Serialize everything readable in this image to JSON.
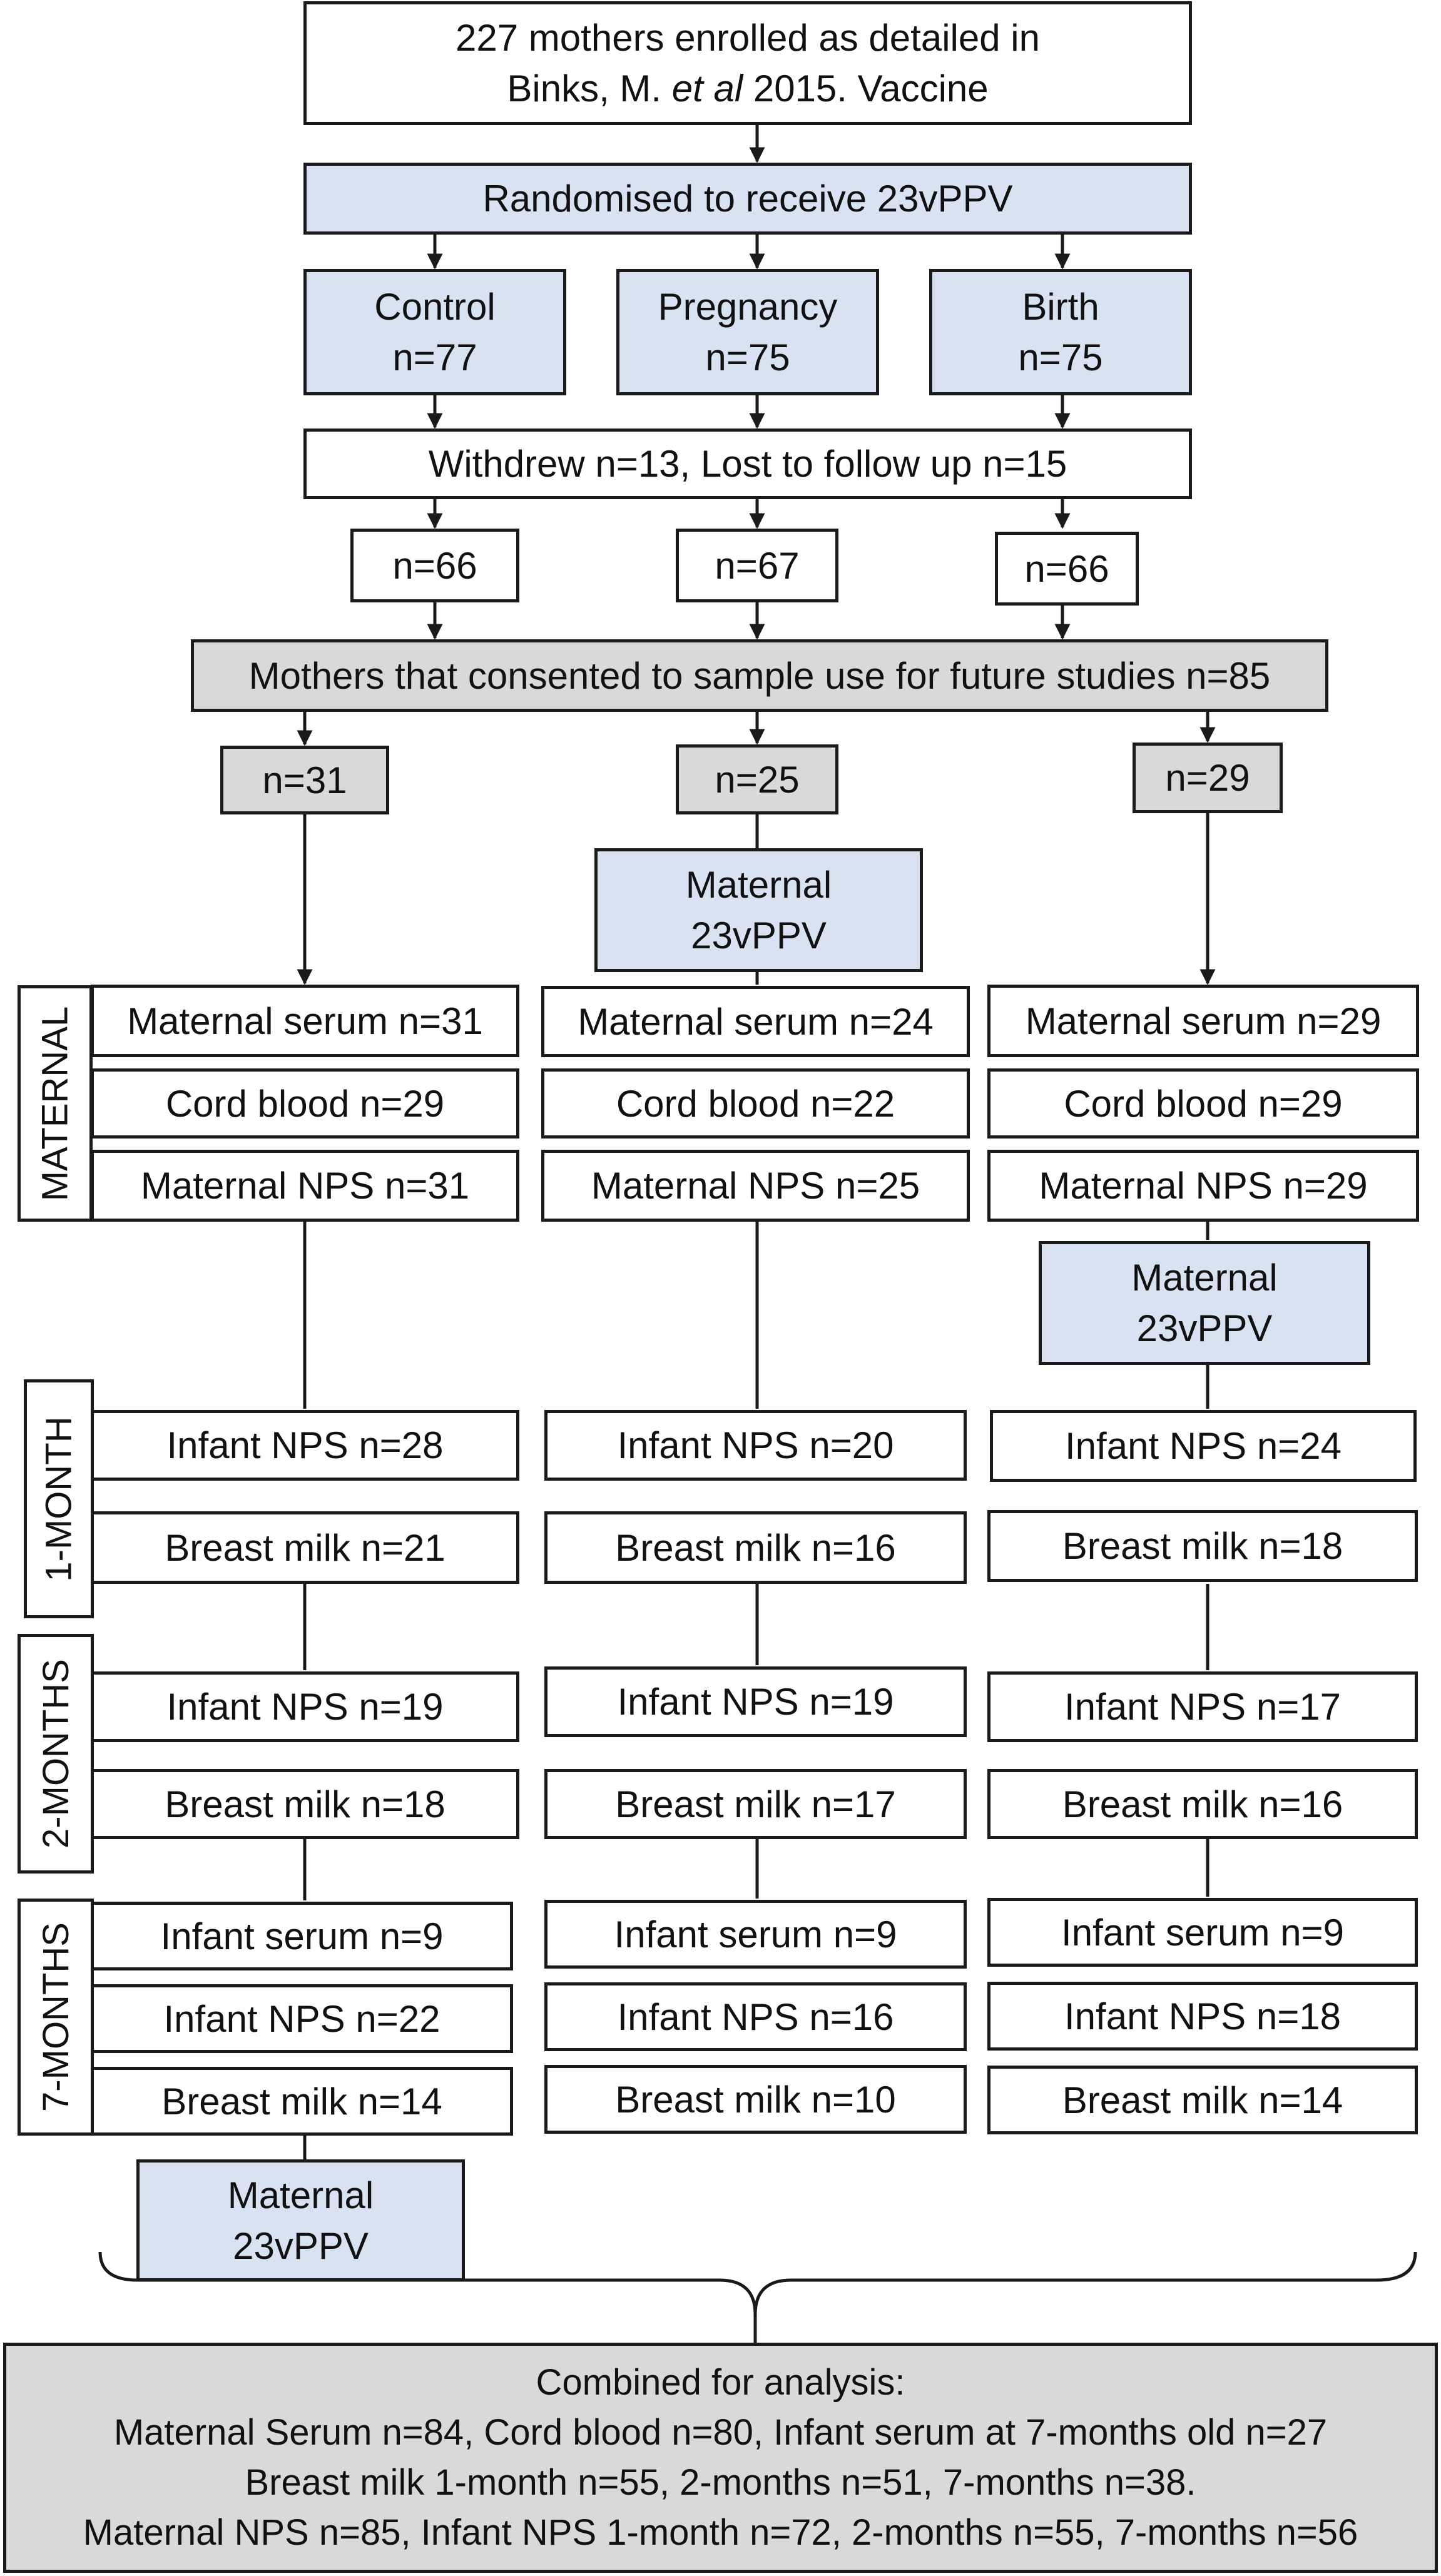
{
  "top": {
    "line1": "227 mothers enrolled as detailed in",
    "line2_pre": "Binks, M. ",
    "line2_italic": "et al",
    "line2_post": " 2015. Vaccine"
  },
  "randomised": "Randomised to receive 23vPPV",
  "arms": [
    {
      "name": "Control",
      "n": "n=77"
    },
    {
      "name": "Pregnancy",
      "n": "n=75"
    },
    {
      "name": "Birth",
      "n": "n=75"
    }
  ],
  "withdrew": "Withdrew n=13, Lost to follow up n=15",
  "remaining": [
    "n=66",
    "n=67",
    "n=66"
  ],
  "consented": "Mothers that consented to sample use for future studies n=85",
  "consented_n": [
    "n=31",
    "n=25",
    "n=29"
  ],
  "vaccine_box": {
    "line1": "Maternal",
    "line2": "23vPPV"
  },
  "period_labels": {
    "maternal": "MATERNAL",
    "month1": "1-MONTH",
    "month2": "2-MONTHS",
    "month7": "7-MONTHS"
  },
  "columns": [
    {
      "maternal_serum": "Maternal serum n=31",
      "cord_blood": "Cord blood n=29",
      "maternal_nps": "Maternal NPS n=31",
      "m1_infant_nps": "Infant NPS n=28",
      "m1_breast_milk": "Breast milk n=21",
      "m2_infant_nps": "Infant NPS n=19",
      "m2_breast_milk": "Breast milk n=18",
      "m7_infant_serum": "Infant serum n=9",
      "m7_infant_nps": "Infant NPS n=22",
      "m7_breast_milk": "Breast milk n=14"
    },
    {
      "maternal_serum": "Maternal serum n=24",
      "cord_blood": "Cord blood n=22",
      "maternal_nps": "Maternal NPS n=25",
      "m1_infant_nps": "Infant NPS n=20",
      "m1_breast_milk": "Breast milk n=16",
      "m2_infant_nps": "Infant NPS n=19",
      "m2_breast_milk": "Breast milk n=17",
      "m7_infant_serum": "Infant serum n=9",
      "m7_infant_nps": "Infant NPS n=16",
      "m7_breast_milk": "Breast milk n=10"
    },
    {
      "maternal_serum": "Maternal serum n=29",
      "cord_blood": "Cord blood n=29",
      "maternal_nps": "Maternal NPS n=29",
      "m1_infant_nps": "Infant NPS n=24",
      "m1_breast_milk": "Breast milk n=18",
      "m2_infant_nps": "Infant NPS n=17",
      "m2_breast_milk": "Breast milk n=16",
      "m7_infant_serum": "Infant serum n=9",
      "m7_infant_nps": "Infant NPS n=18",
      "m7_breast_milk": "Breast milk n=14"
    }
  ],
  "combined": {
    "title": "Combined for analysis:",
    "line1": "Maternal Serum n=84, Cord blood n=80, Infant serum at 7-months old n=27",
    "line2": "Breast milk 1-month n=55, 2-months n=51, 7-months n=38.",
    "line3": "Maternal NPS n=85, Infant NPS 1-month n=72, 2-months n=55, 7-months n=56"
  },
  "colors": {
    "blue_fill": "#d9e2f3",
    "gray_fill": "#d9d9d9",
    "stroke": "#1a1a1a"
  }
}
